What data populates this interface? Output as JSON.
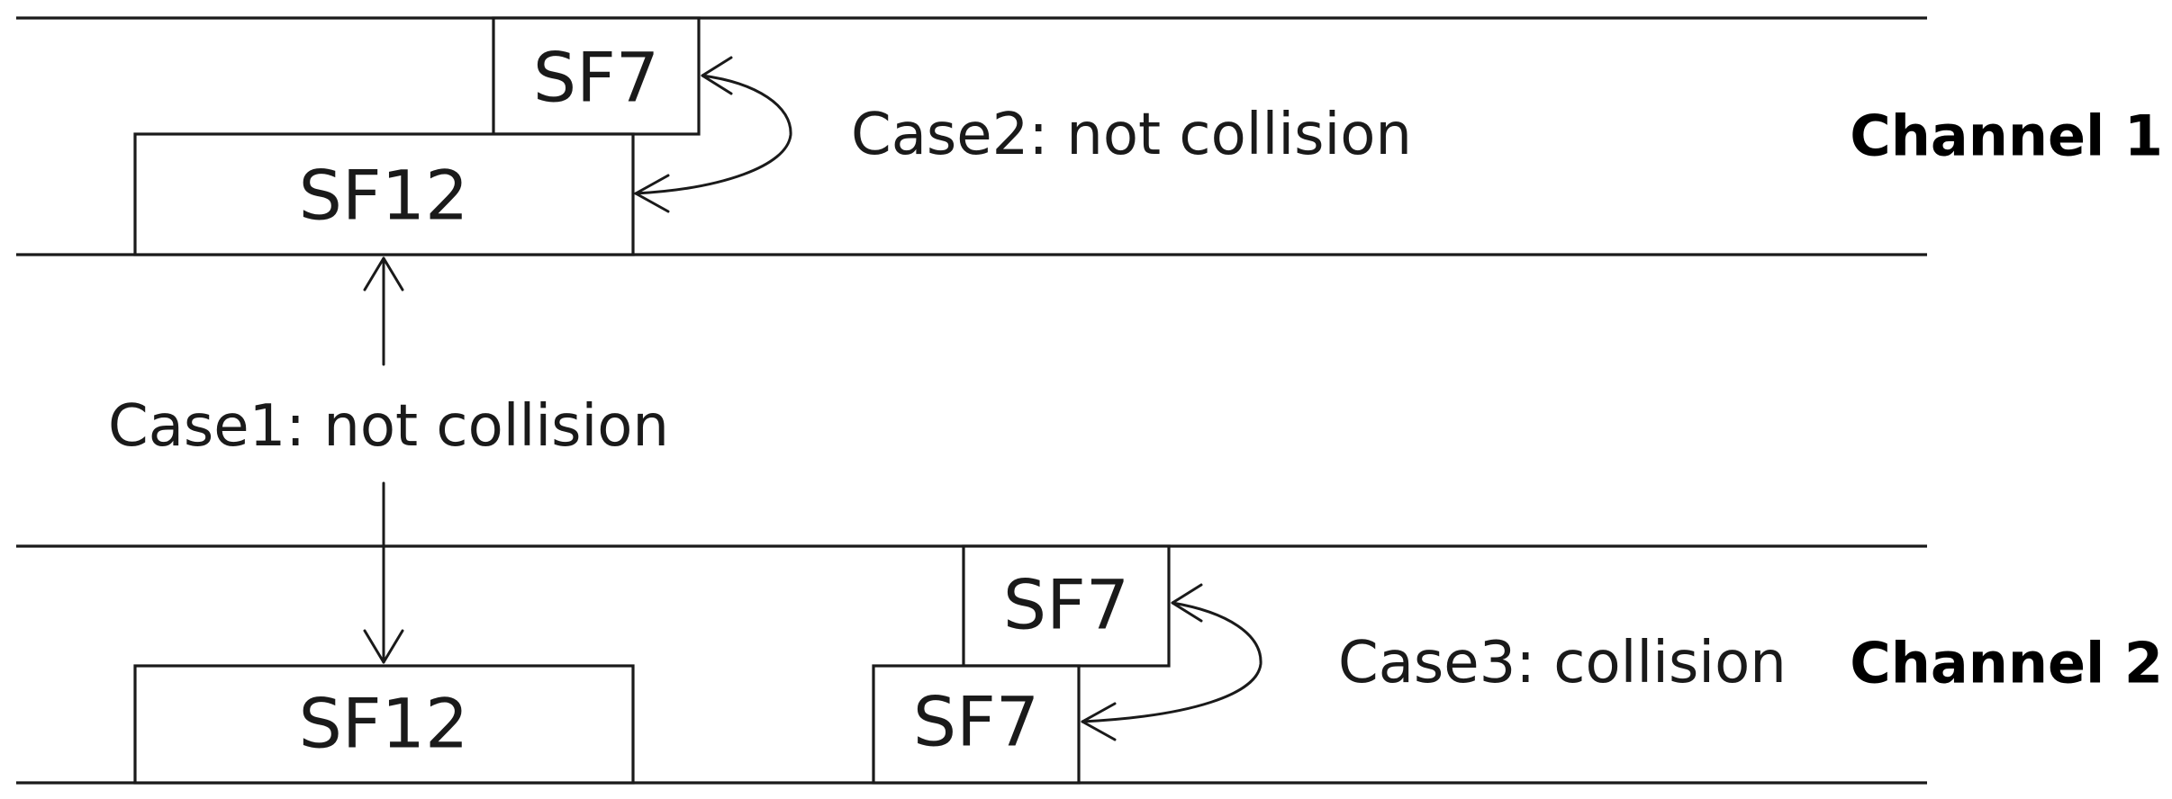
{
  "channels": [
    {
      "label": "Channel 1"
    },
    {
      "label": "Channel 2"
    }
  ],
  "packets": {
    "ch1_sf7": "SF7",
    "ch1_sf12": "SF12",
    "ch2_sf12": "SF12",
    "ch2_sf7_top": "SF7",
    "ch2_sf7_bottom": "SF7"
  },
  "cases": {
    "case1": "Case1: not collision",
    "case2": "Case2: not collision",
    "case3": "Case3: collision"
  }
}
